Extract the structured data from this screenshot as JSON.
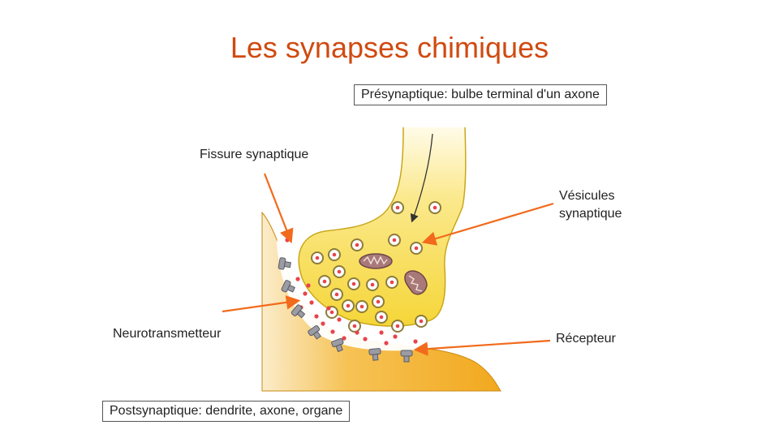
{
  "title": "Les synapses chimiques",
  "labels": {
    "presynaptic": "Présynaptique: bulbe terminal d'un axone",
    "postsynaptic": "Postsynaptique: dendrite,  axone, organe",
    "fissure": "Fissure synaptique",
    "vesicules_line1": "Vésicules",
    "vesicules_line2": "synaptique",
    "neurotransmetteur": "Neurotransmetteur",
    "recepteur": "Récepteur"
  },
  "colors": {
    "title": "#d04a10",
    "arrow": "#f26a1b",
    "axon_fill": "#f7dd5a",
    "post_fill": "#f2a81e",
    "neurotransmitter": "#e8434a"
  }
}
